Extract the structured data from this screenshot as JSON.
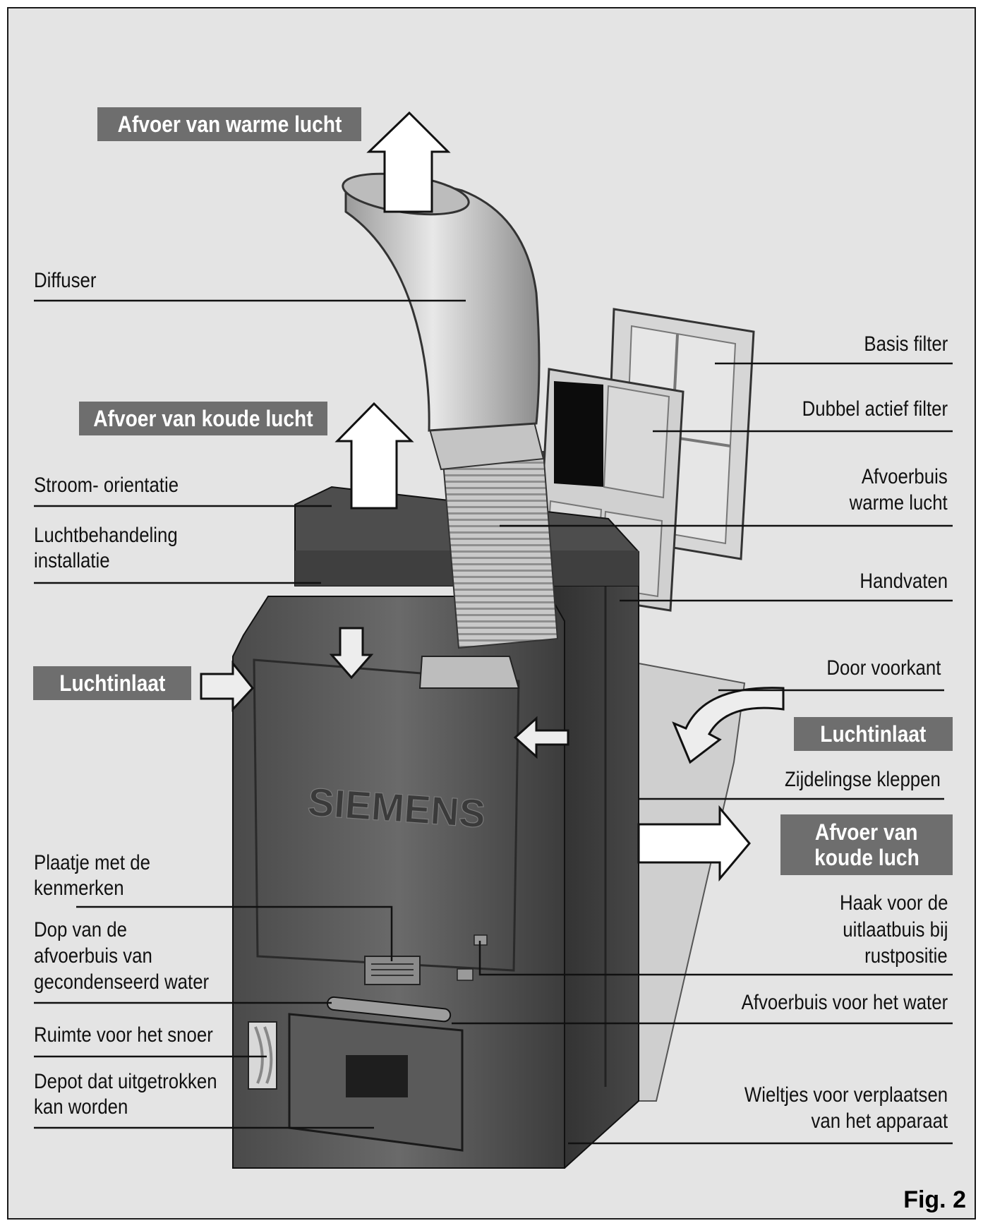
{
  "figure_label": "Fig. 2",
  "brand": "SIEMENS",
  "banners": {
    "warm_exhaust": "Afvoer van warme lucht",
    "cold_exhaust_top": "Afvoer van koude lucht",
    "air_inlet_left": "Luchtinlaat",
    "air_inlet_right": "Luchtinlaat",
    "cold_exhaust_side_line1": "Afvoer van",
    "cold_exhaust_side_line2": "koude luch"
  },
  "labels_left": {
    "diffuser": "Diffuser",
    "flow_orientation": "Stroom- orientatie",
    "air_treatment_line1": "Luchtbehandeling",
    "air_treatment_line2": "installatie",
    "rating_plate_line1": "Plaatje met de",
    "rating_plate_line2": "kenmerken",
    "drain_cap_line1": "Dop van de",
    "drain_cap_line2": "afvoerbuis van",
    "drain_cap_line3": "gecondenseerd water",
    "cord_space": "Ruimte voor het snoer",
    "tank_line1": "Depot dat uitgetrokken",
    "tank_line2": "kan worden"
  },
  "labels_right": {
    "base_filter": "Basis filter",
    "double_filter": "Dubbel actief filter",
    "hot_exhaust_line1": "Afvoerbuis",
    "hot_exhaust_line2": "warme lucht",
    "handles": "Handvaten",
    "front_door": "Door voorkant",
    "side_flaps": "Zijdelingse kleppen",
    "hook_line1": "Haak voor de",
    "hook_line2": "uitlaatbuis bij",
    "hook_line3": "rustpositie",
    "water_drain": "Afvoerbuis voor het water",
    "wheels_line1": "Wieltjes voor verplaatsen",
    "wheels_line2": "van het apparaat"
  }
}
